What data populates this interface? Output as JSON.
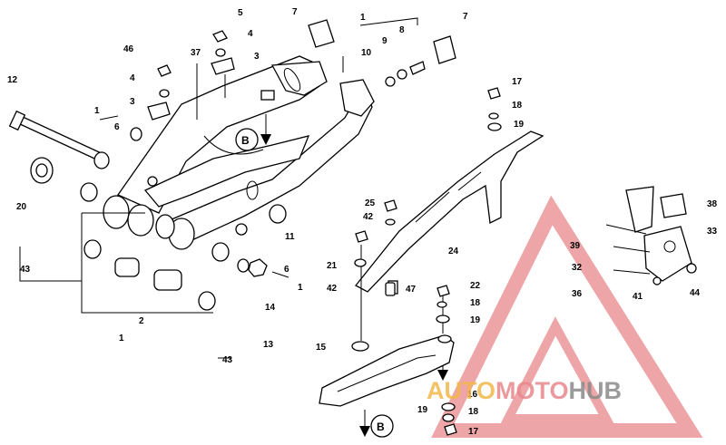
{
  "callouts": {
    "c1a": "1",
    "c1b": "1",
    "c1c": "1",
    "c1d": "1",
    "c2": "2",
    "c3a": "3",
    "c3b": "3",
    "c4a": "4",
    "c4b": "4",
    "c5": "5",
    "c6a": "6",
    "c6b": "6",
    "c7a": "7",
    "c7b": "7",
    "c8": "8",
    "c9": "9",
    "c10": "10",
    "c11": "11",
    "c12": "12",
    "c13": "13",
    "c14": "14",
    "c15": "15",
    "c16": "16",
    "c17a": "17",
    "c17b": "17",
    "c18a": "18",
    "c18b": "18",
    "c18c": "18",
    "c19a": "19",
    "c19b": "19",
    "c19c": "19",
    "c20": "20",
    "c21": "21",
    "c22": "22",
    "c24": "24",
    "c25": "25",
    "c32": "32",
    "c33": "33",
    "c36": "36",
    "c37": "37",
    "c38": "38",
    "c39": "39",
    "c41": "41",
    "c42a": "42",
    "c42b": "42",
    "c43a": "43",
    "c43b": "43",
    "c44": "44",
    "c46": "46",
    "c47": "47"
  },
  "view_markers": {
    "b_top": "B",
    "b_bottom": "B"
  },
  "watermark": {
    "auto": "AUTO",
    "moto": "MOTO",
    "hub": "HUB",
    "color_red": "#e8888c",
    "color_gold": "#f2b84a",
    "color_gray": "#8a8a8a"
  }
}
